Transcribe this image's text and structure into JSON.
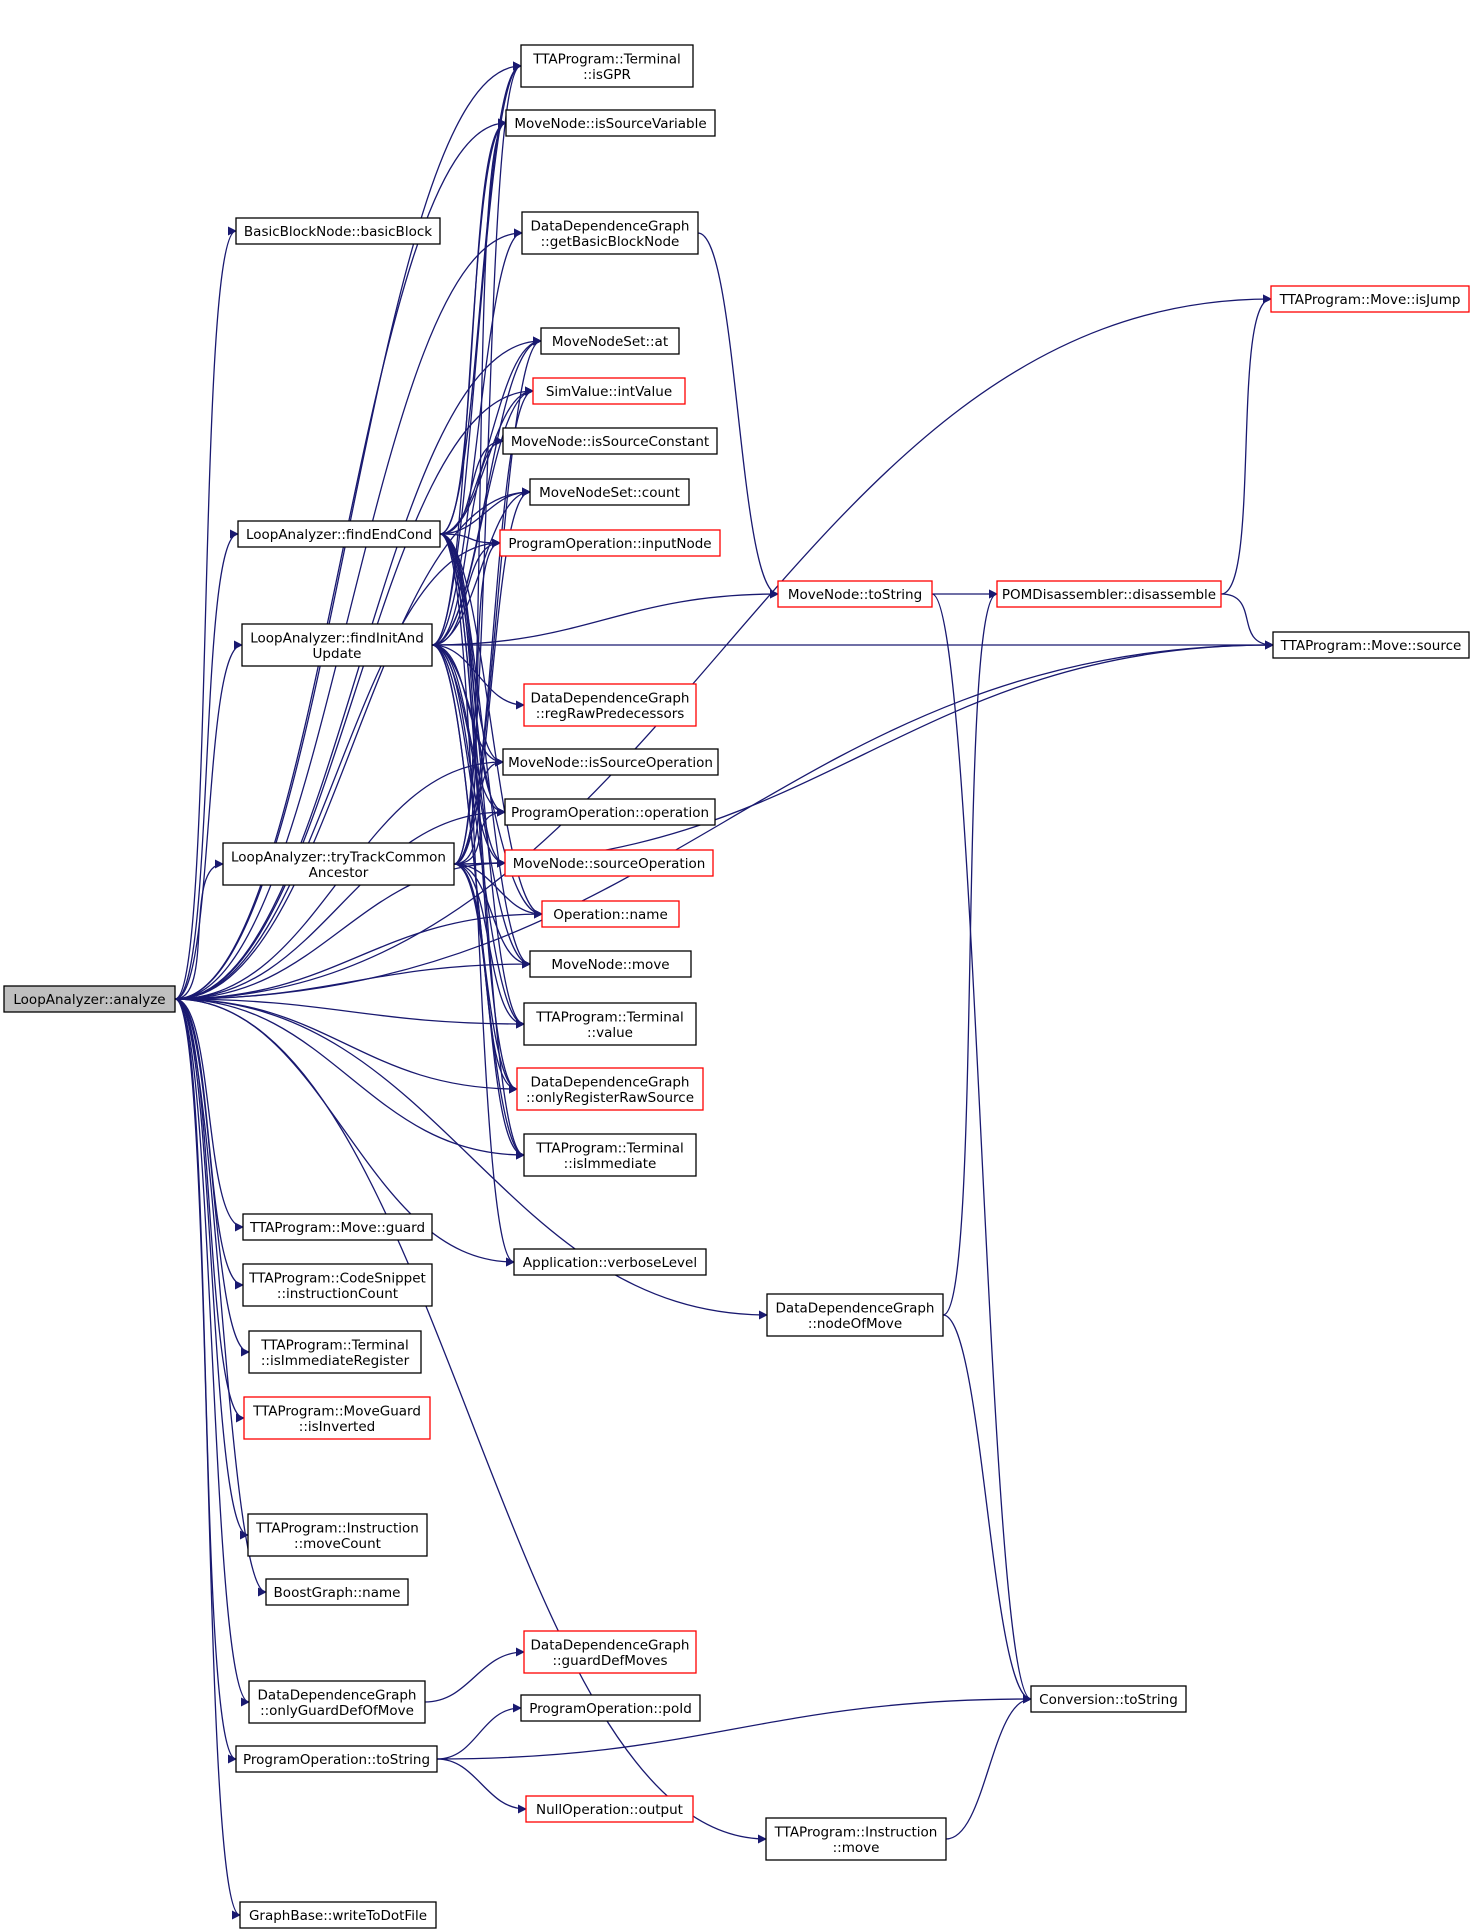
{
  "nodes": [
    {
      "id": "analyze",
      "lines": [
        "LoopAnalyzer::analyze"
      ],
      "style": "root"
    },
    {
      "id": "basicBlock",
      "lines": [
        "BasicBlockNode::basicBlock"
      ],
      "style": "black"
    },
    {
      "id": "findEndCond",
      "lines": [
        "LoopAnalyzer::findEndCond"
      ],
      "style": "black"
    },
    {
      "id": "findInitAndUpdate",
      "lines": [
        "LoopAnalyzer::findInitAnd",
        "Update"
      ],
      "style": "black"
    },
    {
      "id": "tryTrackCommonAncestor",
      "lines": [
        "LoopAnalyzer::tryTrackCommon",
        "Ancestor"
      ],
      "style": "black"
    },
    {
      "id": "moveGuard",
      "lines": [
        "TTAProgram::Move::guard"
      ],
      "style": "black"
    },
    {
      "id": "instructionCount",
      "lines": [
        "TTAProgram::CodeSnippet",
        "::instructionCount"
      ],
      "style": "black"
    },
    {
      "id": "isImmediateRegister",
      "lines": [
        "TTAProgram::Terminal",
        "::isImmediateRegister"
      ],
      "style": "black"
    },
    {
      "id": "isInverted",
      "lines": [
        "TTAProgram::MoveGuard",
        "::isInverted"
      ],
      "style": "red"
    },
    {
      "id": "moveCount",
      "lines": [
        "TTAProgram::Instruction",
        "::moveCount"
      ],
      "style": "black"
    },
    {
      "id": "boostGraphName",
      "lines": [
        "BoostGraph::name"
      ],
      "style": "black"
    },
    {
      "id": "onlyGuardDefOfMove",
      "lines": [
        "DataDependenceGraph",
        "::onlyGuardDefOfMove"
      ],
      "style": "black"
    },
    {
      "id": "poToString",
      "lines": [
        "ProgramOperation::toString"
      ],
      "style": "black"
    },
    {
      "id": "writeToDotFile",
      "lines": [
        "GraphBase::writeToDotFile"
      ],
      "style": "black"
    },
    {
      "id": "isGPR",
      "lines": [
        "TTAProgram::Terminal",
        "::isGPR"
      ],
      "style": "black"
    },
    {
      "id": "isSourceVariable",
      "lines": [
        "MoveNode::isSourceVariable"
      ],
      "style": "black"
    },
    {
      "id": "getBasicBlockNode",
      "lines": [
        "DataDependenceGraph",
        "::getBasicBlockNode"
      ],
      "style": "black"
    },
    {
      "id": "moveNodeSetAt",
      "lines": [
        "MoveNodeSet::at"
      ],
      "style": "black"
    },
    {
      "id": "intValue",
      "lines": [
        "SimValue::intValue"
      ],
      "style": "red"
    },
    {
      "id": "isSourceConstant",
      "lines": [
        "MoveNode::isSourceConstant"
      ],
      "style": "black"
    },
    {
      "id": "moveNodeSetCount",
      "lines": [
        "MoveNodeSet::count"
      ],
      "style": "black"
    },
    {
      "id": "inputNode",
      "lines": [
        "ProgramOperation::inputNode"
      ],
      "style": "red"
    },
    {
      "id": "regRawPredecessors",
      "lines": [
        "DataDependenceGraph",
        "::regRawPredecessors"
      ],
      "style": "red"
    },
    {
      "id": "isSourceOperation",
      "lines": [
        "MoveNode::isSourceOperation"
      ],
      "style": "black"
    },
    {
      "id": "poOperation",
      "lines": [
        "ProgramOperation::operation"
      ],
      "style": "black"
    },
    {
      "id": "sourceOperation",
      "lines": [
        "MoveNode::sourceOperation"
      ],
      "style": "red"
    },
    {
      "id": "operationName",
      "lines": [
        "Operation::name"
      ],
      "style": "red"
    },
    {
      "id": "moveNodeMove",
      "lines": [
        "MoveNode::move"
      ],
      "style": "black"
    },
    {
      "id": "terminalValue",
      "lines": [
        "TTAProgram::Terminal",
        "::value"
      ],
      "style": "black"
    },
    {
      "id": "onlyRegisterRawSource",
      "lines": [
        "DataDependenceGraph",
        "::onlyRegisterRawSource"
      ],
      "style": "red"
    },
    {
      "id": "isImmediate",
      "lines": [
        "TTAProgram::Terminal",
        "::isImmediate"
      ],
      "style": "black"
    },
    {
      "id": "verboseLevel",
      "lines": [
        "Application::verboseLevel"
      ],
      "style": "black"
    },
    {
      "id": "guardDefMoves",
      "lines": [
        "DataDependenceGraph",
        "::guardDefMoves"
      ],
      "style": "red"
    },
    {
      "id": "poId",
      "lines": [
        "ProgramOperation::poId"
      ],
      "style": "black"
    },
    {
      "id": "nullOutput",
      "lines": [
        "NullOperation::output"
      ],
      "style": "red"
    },
    {
      "id": "moveNodeToString",
      "lines": [
        "MoveNode::toString"
      ],
      "style": "red"
    },
    {
      "id": "nodeOfMove",
      "lines": [
        "DataDependenceGraph",
        "::nodeOfMove"
      ],
      "style": "black"
    },
    {
      "id": "instructionMove",
      "lines": [
        "TTAProgram::Instruction",
        "::move"
      ],
      "style": "black"
    },
    {
      "id": "disassemble",
      "lines": [
        "POMDisassembler::disassemble"
      ],
      "style": "red"
    },
    {
      "id": "conversionToString",
      "lines": [
        "Conversion::toString"
      ],
      "style": "black"
    },
    {
      "id": "isJump",
      "lines": [
        "TTAProgram::Move::isJump"
      ],
      "style": "red"
    },
    {
      "id": "moveSource",
      "lines": [
        "TTAProgram::Move::source"
      ],
      "style": "black"
    }
  ],
  "edges": [
    [
      "analyze",
      "basicBlock"
    ],
    [
      "analyze",
      "findEndCond"
    ],
    [
      "analyze",
      "findInitAndUpdate"
    ],
    [
      "analyze",
      "tryTrackCommonAncestor"
    ],
    [
      "analyze",
      "moveGuard"
    ],
    [
      "analyze",
      "instructionCount"
    ],
    [
      "analyze",
      "isImmediateRegister"
    ],
    [
      "analyze",
      "isInverted"
    ],
    [
      "analyze",
      "moveCount"
    ],
    [
      "analyze",
      "boostGraphName"
    ],
    [
      "analyze",
      "onlyGuardDefOfMove"
    ],
    [
      "analyze",
      "poToString"
    ],
    [
      "analyze",
      "writeToDotFile"
    ],
    [
      "analyze",
      "isGPR"
    ],
    [
      "analyze",
      "isSourceVariable"
    ],
    [
      "analyze",
      "getBasicBlockNode"
    ],
    [
      "analyze",
      "moveNodeSetAt"
    ],
    [
      "analyze",
      "intValue"
    ],
    [
      "analyze",
      "moveNodeSetCount"
    ],
    [
      "analyze",
      "inputNode"
    ],
    [
      "analyze",
      "isSourceOperation"
    ],
    [
      "analyze",
      "poOperation"
    ],
    [
      "analyze",
      "sourceOperation"
    ],
    [
      "analyze",
      "operationName"
    ],
    [
      "analyze",
      "moveNodeMove"
    ],
    [
      "analyze",
      "terminalValue"
    ],
    [
      "analyze",
      "onlyRegisterRawSource"
    ],
    [
      "analyze",
      "isImmediate"
    ],
    [
      "analyze",
      "verboseLevel"
    ],
    [
      "analyze",
      "nodeOfMove"
    ],
    [
      "analyze",
      "instructionMove"
    ],
    [
      "analyze",
      "isJump"
    ],
    [
      "analyze",
      "moveSource"
    ],
    [
      "findEndCond",
      "isGPR"
    ],
    [
      "findEndCond",
      "isSourceVariable"
    ],
    [
      "findEndCond",
      "moveNodeSetAt"
    ],
    [
      "findEndCond",
      "intValue"
    ],
    [
      "findEndCond",
      "isSourceConstant"
    ],
    [
      "findEndCond",
      "moveNodeSetCount"
    ],
    [
      "findEndCond",
      "inputNode"
    ],
    [
      "findEndCond",
      "isSourceOperation"
    ],
    [
      "findEndCond",
      "poOperation"
    ],
    [
      "findEndCond",
      "sourceOperation"
    ],
    [
      "findEndCond",
      "operationName"
    ],
    [
      "findEndCond",
      "moveNodeMove"
    ],
    [
      "findEndCond",
      "terminalValue"
    ],
    [
      "findEndCond",
      "onlyRegisterRawSource"
    ],
    [
      "findEndCond",
      "isImmediate"
    ],
    [
      "findEndCond",
      "verboseLevel"
    ],
    [
      "findInitAndUpdate",
      "isGPR"
    ],
    [
      "findInitAndUpdate",
      "isSourceVariable"
    ],
    [
      "findInitAndUpdate",
      "getBasicBlockNode"
    ],
    [
      "findInitAndUpdate",
      "moveNodeSetAt"
    ],
    [
      "findInitAndUpdate",
      "intValue"
    ],
    [
      "findInitAndUpdate",
      "isSourceConstant"
    ],
    [
      "findInitAndUpdate",
      "moveNodeSetCount"
    ],
    [
      "findInitAndUpdate",
      "inputNode"
    ],
    [
      "findInitAndUpdate",
      "regRawPredecessors"
    ],
    [
      "findInitAndUpdate",
      "isSourceOperation"
    ],
    [
      "findInitAndUpdate",
      "poOperation"
    ],
    [
      "findInitAndUpdate",
      "sourceOperation"
    ],
    [
      "findInitAndUpdate",
      "operationName"
    ],
    [
      "findInitAndUpdate",
      "moveNodeMove"
    ],
    [
      "findInitAndUpdate",
      "terminalValue"
    ],
    [
      "findInitAndUpdate",
      "onlyRegisterRawSource"
    ],
    [
      "findInitAndUpdate",
      "isImmediate"
    ],
    [
      "findInitAndUpdate",
      "moveNodeToString"
    ],
    [
      "findInitAndUpdate",
      "moveSource"
    ],
    [
      "tryTrackCommonAncestor",
      "isGPR"
    ],
    [
      "tryTrackCommonAncestor",
      "isSourceVariable"
    ],
    [
      "tryTrackCommonAncestor",
      "moveNodeSetAt"
    ],
    [
      "tryTrackCommonAncestor",
      "intValue"
    ],
    [
      "tryTrackCommonAncestor",
      "moveNodeSetCount"
    ],
    [
      "tryTrackCommonAncestor",
      "inputNode"
    ],
    [
      "tryTrackCommonAncestor",
      "isSourceOperation"
    ],
    [
      "tryTrackCommonAncestor",
      "poOperation"
    ],
    [
      "tryTrackCommonAncestor",
      "sourceOperation"
    ],
    [
      "tryTrackCommonAncestor",
      "operationName"
    ],
    [
      "tryTrackCommonAncestor",
      "moveNodeMove"
    ],
    [
      "tryTrackCommonAncestor",
      "terminalValue"
    ],
    [
      "tryTrackCommonAncestor",
      "onlyRegisterRawSource"
    ],
    [
      "tryTrackCommonAncestor",
      "isImmediate"
    ],
    [
      "tryTrackCommonAncestor",
      "moveSource"
    ],
    [
      "getBasicBlockNode",
      "moveNodeToString"
    ],
    [
      "moveNodeToString",
      "disassemble"
    ],
    [
      "moveNodeToString",
      "conversionToString"
    ],
    [
      "disassemble",
      "isJump"
    ],
    [
      "disassemble",
      "moveSource"
    ],
    [
      "nodeOfMove",
      "disassemble"
    ],
    [
      "nodeOfMove",
      "conversionToString"
    ],
    [
      "onlyGuardDefOfMove",
      "guardDefMoves"
    ],
    [
      "poToString",
      "poId"
    ],
    [
      "poToString",
      "conversionToString"
    ],
    [
      "poToString",
      "nullOutput"
    ],
    [
      "instructionMove",
      "conversionToString"
    ]
  ]
}
